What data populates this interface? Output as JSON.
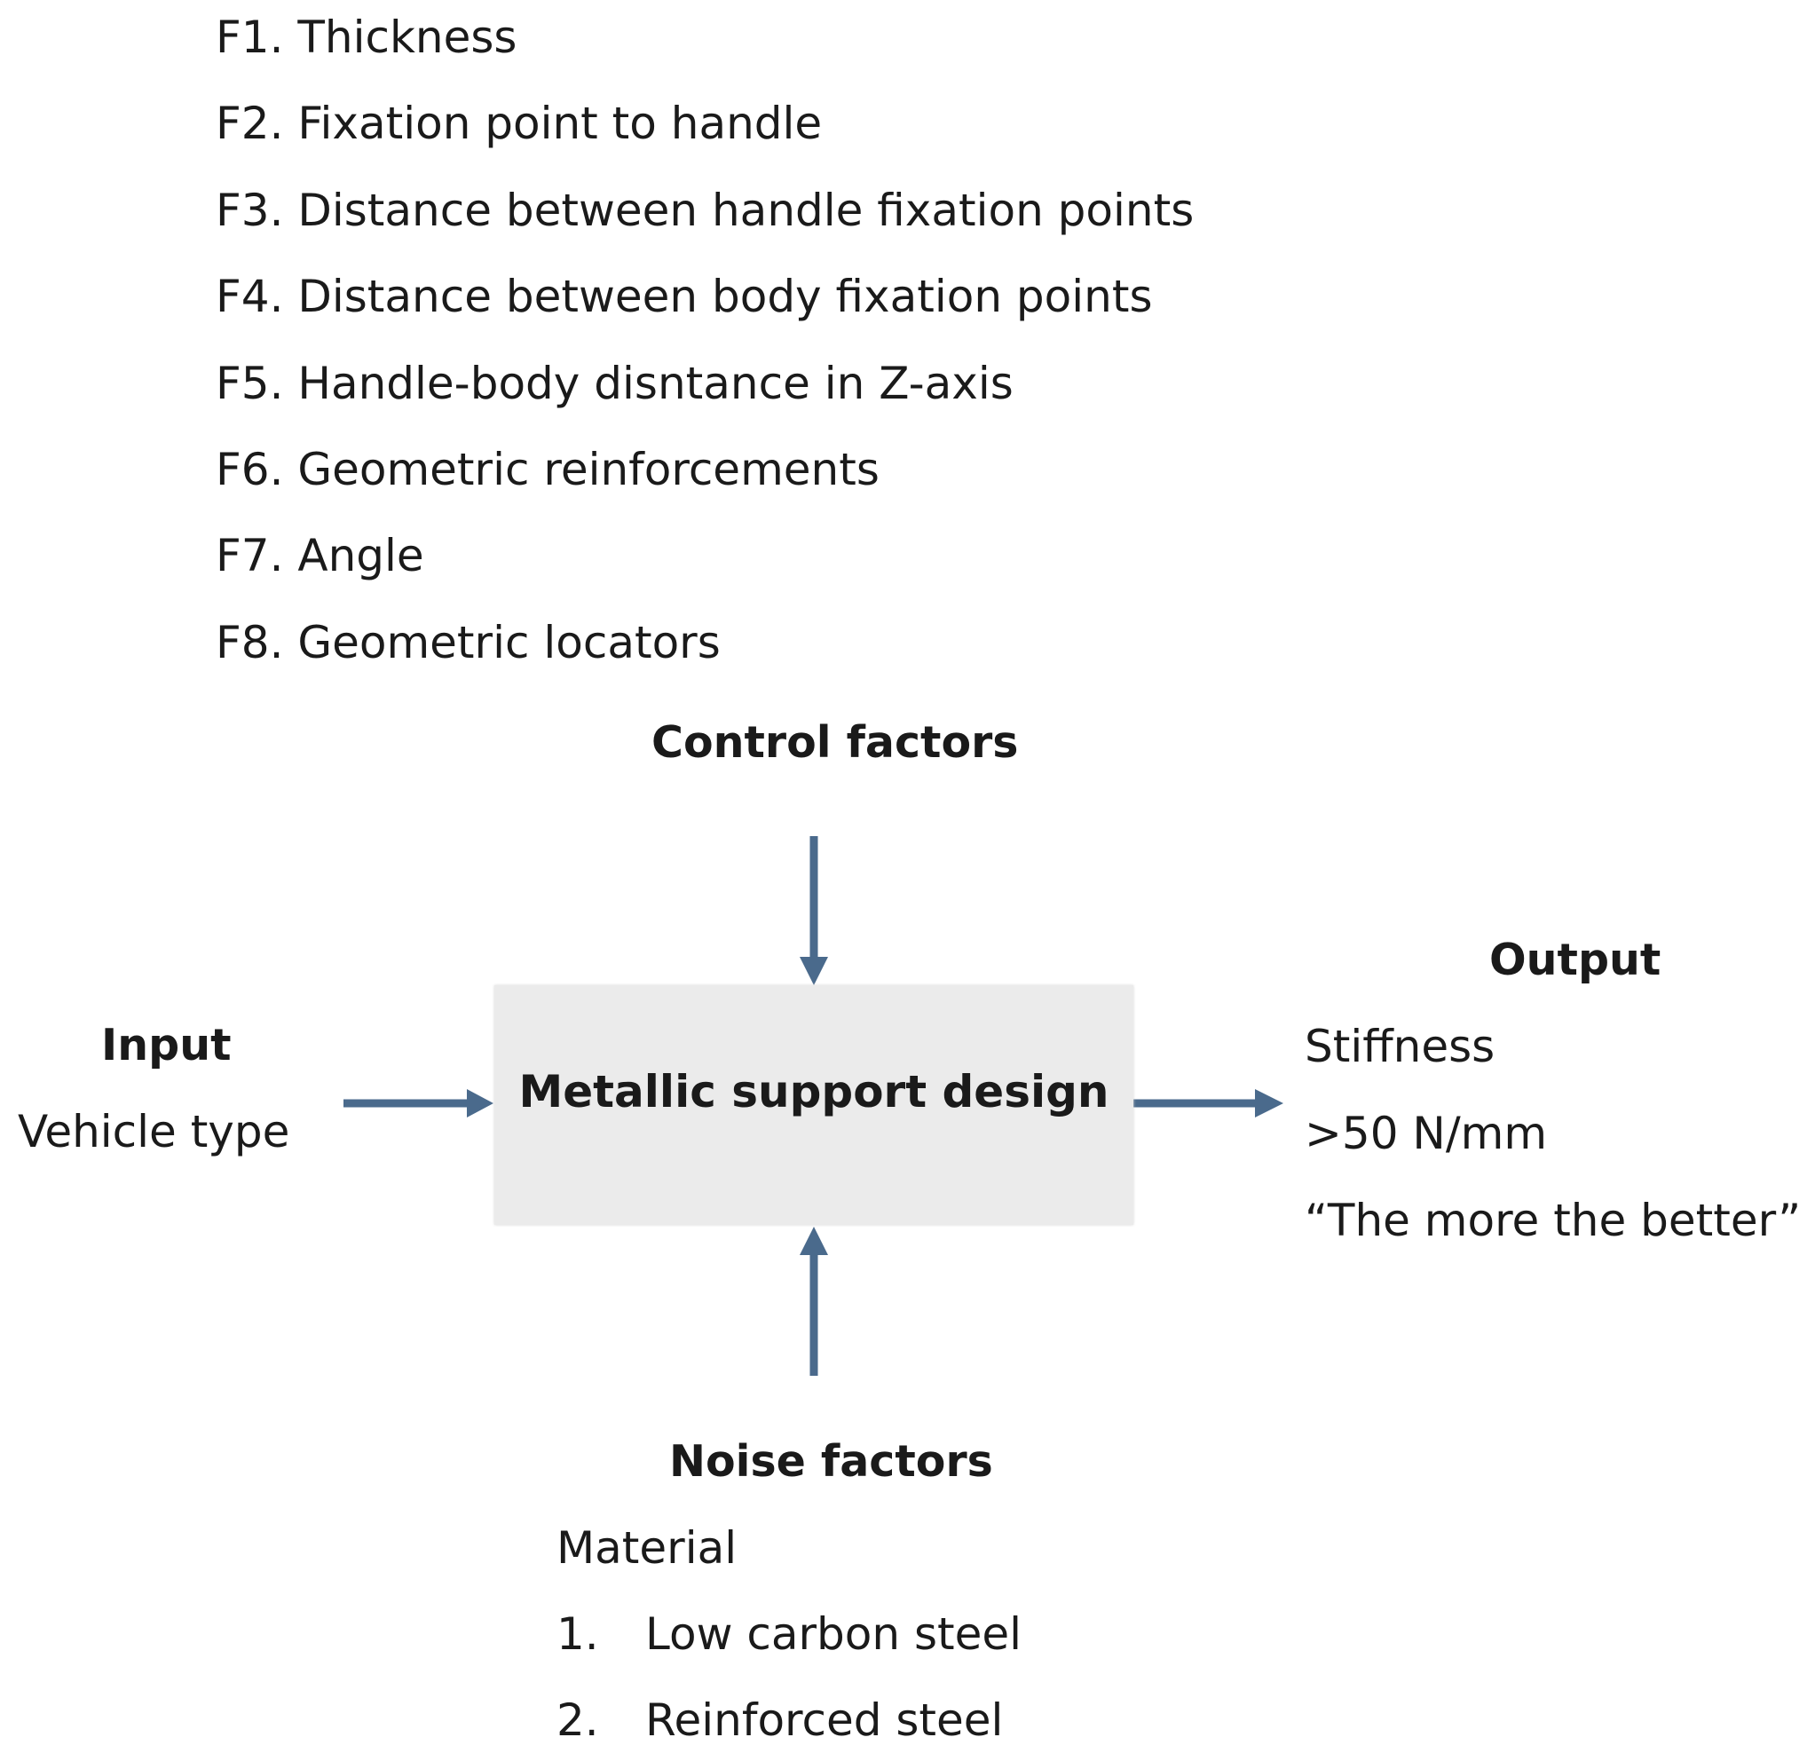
{
  "control_factor_list": [
    "F1. Thickness",
    "F2. Fixation point to handle",
    "F3. Distance between handle fixation points",
    "F4. Distance between body fixation points",
    "F5. Handle-body disntance in Z-axis",
    "F6. Geometric reinforcements",
    "F7. Angle",
    "F8. Geometric locators"
  ],
  "control": {
    "heading": "Control factors"
  },
  "process": {
    "label": "Metallic support design"
  },
  "input": {
    "heading": "Input",
    "value": "Vehicle type"
  },
  "output": {
    "heading": "Output",
    "lines": [
      "Stiffness",
      ">50 N/mm",
      "“The more the better”"
    ]
  },
  "noise": {
    "heading": "Noise factors",
    "category": "Material",
    "items": [
      {
        "number": "1.",
        "label": "Low carbon steel"
      },
      {
        "number": "2.",
        "label": "Reinforced steel"
      }
    ]
  },
  "colors": {
    "arrow": "#4a6a8c",
    "box_fill": "#ebebeb"
  }
}
